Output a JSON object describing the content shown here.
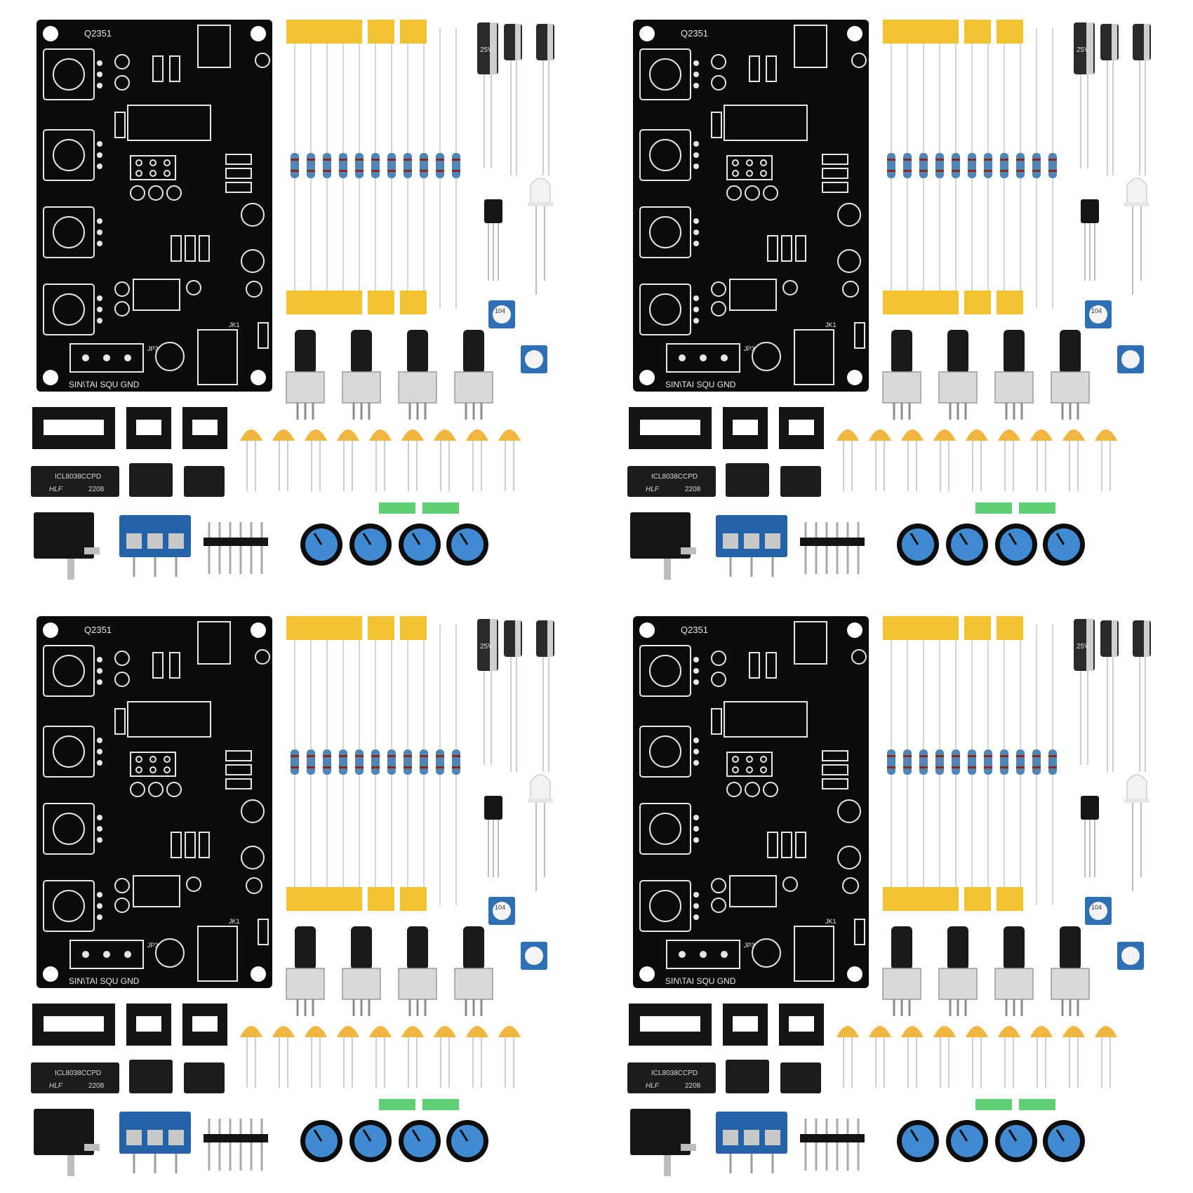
{
  "colors": {
    "pcb": "#0b0b0b",
    "silk": "#e6e6e6",
    "resistor_body": "#4f86b7",
    "tape": "#f1c232",
    "cap_ceramic": "#f0b63f",
    "terminal_blue": "#2563a8",
    "pot_blue": "#3f8ad0",
    "background": "#ffffff"
  },
  "board": {
    "top_mark": "Q2351",
    "port_labels": "SIN\\TAI SQU GND",
    "connector_label": "JP3",
    "jack_label": "JK1"
  },
  "chips": {
    "main_ic_line1": "ICL8038CCPD",
    "main_ic_line2": "HLF",
    "main_ic_code": "2208"
  },
  "trimmer_label": "104",
  "electrolytic_label": "25V",
  "kits": [
    {
      "id": "top-left"
    },
    {
      "id": "top-right"
    },
    {
      "id": "bottom-left"
    },
    {
      "id": "bottom-right"
    }
  ]
}
